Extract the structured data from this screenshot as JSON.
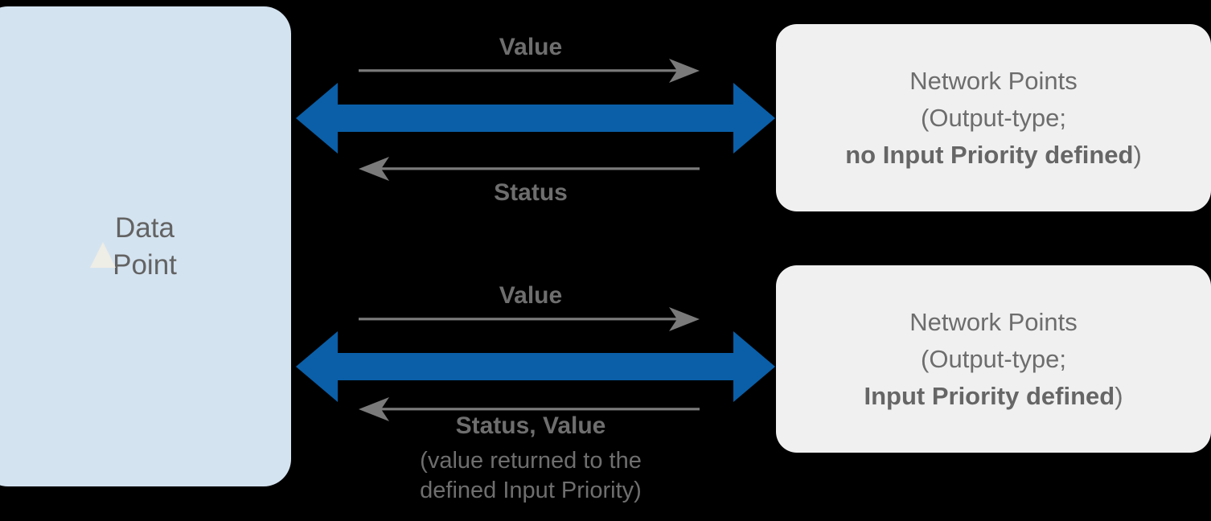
{
  "diagram": {
    "title": "Data Point to Network Points communication",
    "background_color": "#000000",
    "accent_color": "#0a5fa8",
    "text_color": "#6e6e6e"
  },
  "left_box": {
    "name": "data-point",
    "line1": "Data",
    "line2": "Point",
    "fill_color": "#d4e3f0",
    "chevron_icon": "up-chevron-icon"
  },
  "right_boxes": [
    {
      "name": "network-points-no-input-priority",
      "line1": "Network Points",
      "line2": "(Output-type;",
      "line3_bold": "no Input Priority defined",
      "line3_tail": ")",
      "fill_color": "#f0f0f0"
    },
    {
      "name": "network-points-input-priority",
      "line1": "Network Points",
      "line2": "(Output-type;",
      "line3_bold": "Input Priority defined",
      "line3_tail": ")",
      "fill_color": "#f0f0f0"
    }
  ],
  "connections": [
    {
      "name": "connection-top",
      "blue_arrow": "double-headed-arrow-icon",
      "forward_arrow_icon": "arrow-right-icon",
      "forward_label": "Value",
      "return_arrow_icon": "arrow-left-icon",
      "return_label": "Status",
      "return_note": ""
    },
    {
      "name": "connection-bottom",
      "blue_arrow": "double-headed-arrow-icon",
      "forward_arrow_icon": "arrow-right-icon",
      "forward_label": "Value",
      "return_arrow_icon": "arrow-left-icon",
      "return_label": "Status, Value",
      "return_note_line1": "(value returned to the",
      "return_note_line2": "defined Input Priority)"
    }
  ]
}
